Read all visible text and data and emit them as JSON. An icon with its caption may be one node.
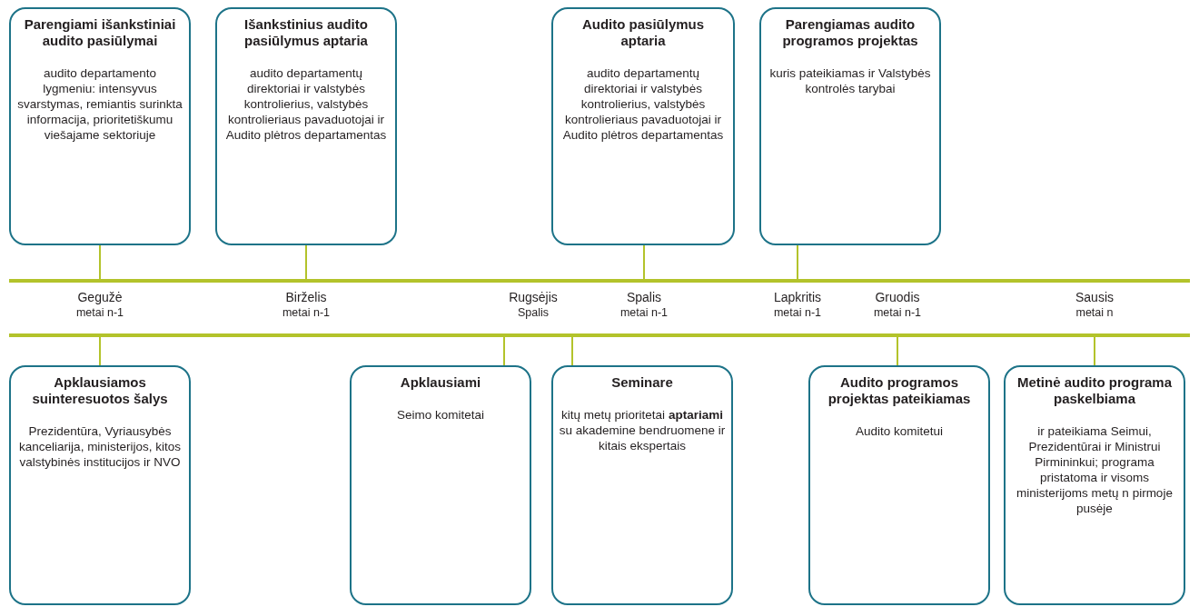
{
  "diagram": {
    "nodes": [
      {
        "text": [
          "Parengiami išankstiniai audito pasiūlymai",
          "audito departamento lygmeniu: intensyvus svarstymas, remiantis surinkta informacija, prioritetiškumu viešajame sektoriuje"
        ]
      },
      {
        "text": [
          "Išankstinius audito pasiūlymus aptaria",
          "audito departamentų direktoriai ir valstybės kontrolierius, valstybės kontrolieriaus pavaduotojai ir Audito plėtros departamentas"
        ]
      },
      {
        "text": [
          "Audito pasiūlymus aptaria",
          "audito departamentų direktoriai ir valstybės kontrolierius, valstybės kontrolieriaus pavaduotojai ir Audito plėtros departamentas"
        ]
      },
      {
        "text": [
          "Parengiamas audito programos projektas",
          "kuris pateikiamas ir Valstybės kontrolės tarybai"
        ]
      },
      {
        "text": [
          "Gegužė",
          "metai n-1"
        ]
      },
      {
        "text": [
          "Birželis",
          "metai n-1"
        ]
      },
      {
        "text": [
          "Rugsėjis",
          "Spalis"
        ]
      },
      {
        "text": [
          "Spalis",
          "metai n-1"
        ]
      },
      {
        "text": [
          "Lapkritis",
          "metai n-1"
        ]
      },
      {
        "text": [
          "Gruodis",
          "metai n-1"
        ]
      },
      {
        "text": [
          "Sausis",
          "metai n"
        ]
      },
      {
        "text": [
          "Apklausiamos suinteresuotos šalys",
          "Prezidentūra, Vyriausybės kanceliarija, ministerijos, kitos valstybinės institucijos ir NVO"
        ]
      },
      {
        "text": [
          "Apklausiami",
          "Seimo komitetai"
        ]
      },
      {
        "text": [
          "Seminare",
          "kitų metų prioritetai **aptariami** su akademine bendruomene ir kitais ekspertais"
        ]
      },
      {
        "text": [
          "Audito programos projektas pateikiamas",
          "Audito komitetui"
        ]
      },
      {
        "text": [
          "Metinė audito programa paskelbiama",
          "ir pateikiama Seimui, Prezidentūrai ir Ministrui Pirmininkui; programa pristatoma ir visoms ministerijoms metų n pirmoje pusėje"
        ]
      }
    ],
    "edges": [
      {
        "from": 0,
        "to": 4,
        "arrow": "none"
      },
      {
        "from": 1,
        "to": 5,
        "arrow": "none"
      },
      {
        "from": 2,
        "to": 7,
        "arrow": "none"
      },
      {
        "from": 3,
        "to": 8,
        "arrow": "none"
      },
      {
        "from": 4,
        "to": 11,
        "arrow": "none"
      },
      {
        "from": 6,
        "to": 12,
        "arrow": "none"
      },
      {
        "from": 6,
        "to": 13,
        "arrow": "none"
      },
      {
        "from": 9,
        "to": 14,
        "arrow": "none"
      },
      {
        "from": 10,
        "to": 15,
        "arrow": "none"
      }
    ]
  }
}
